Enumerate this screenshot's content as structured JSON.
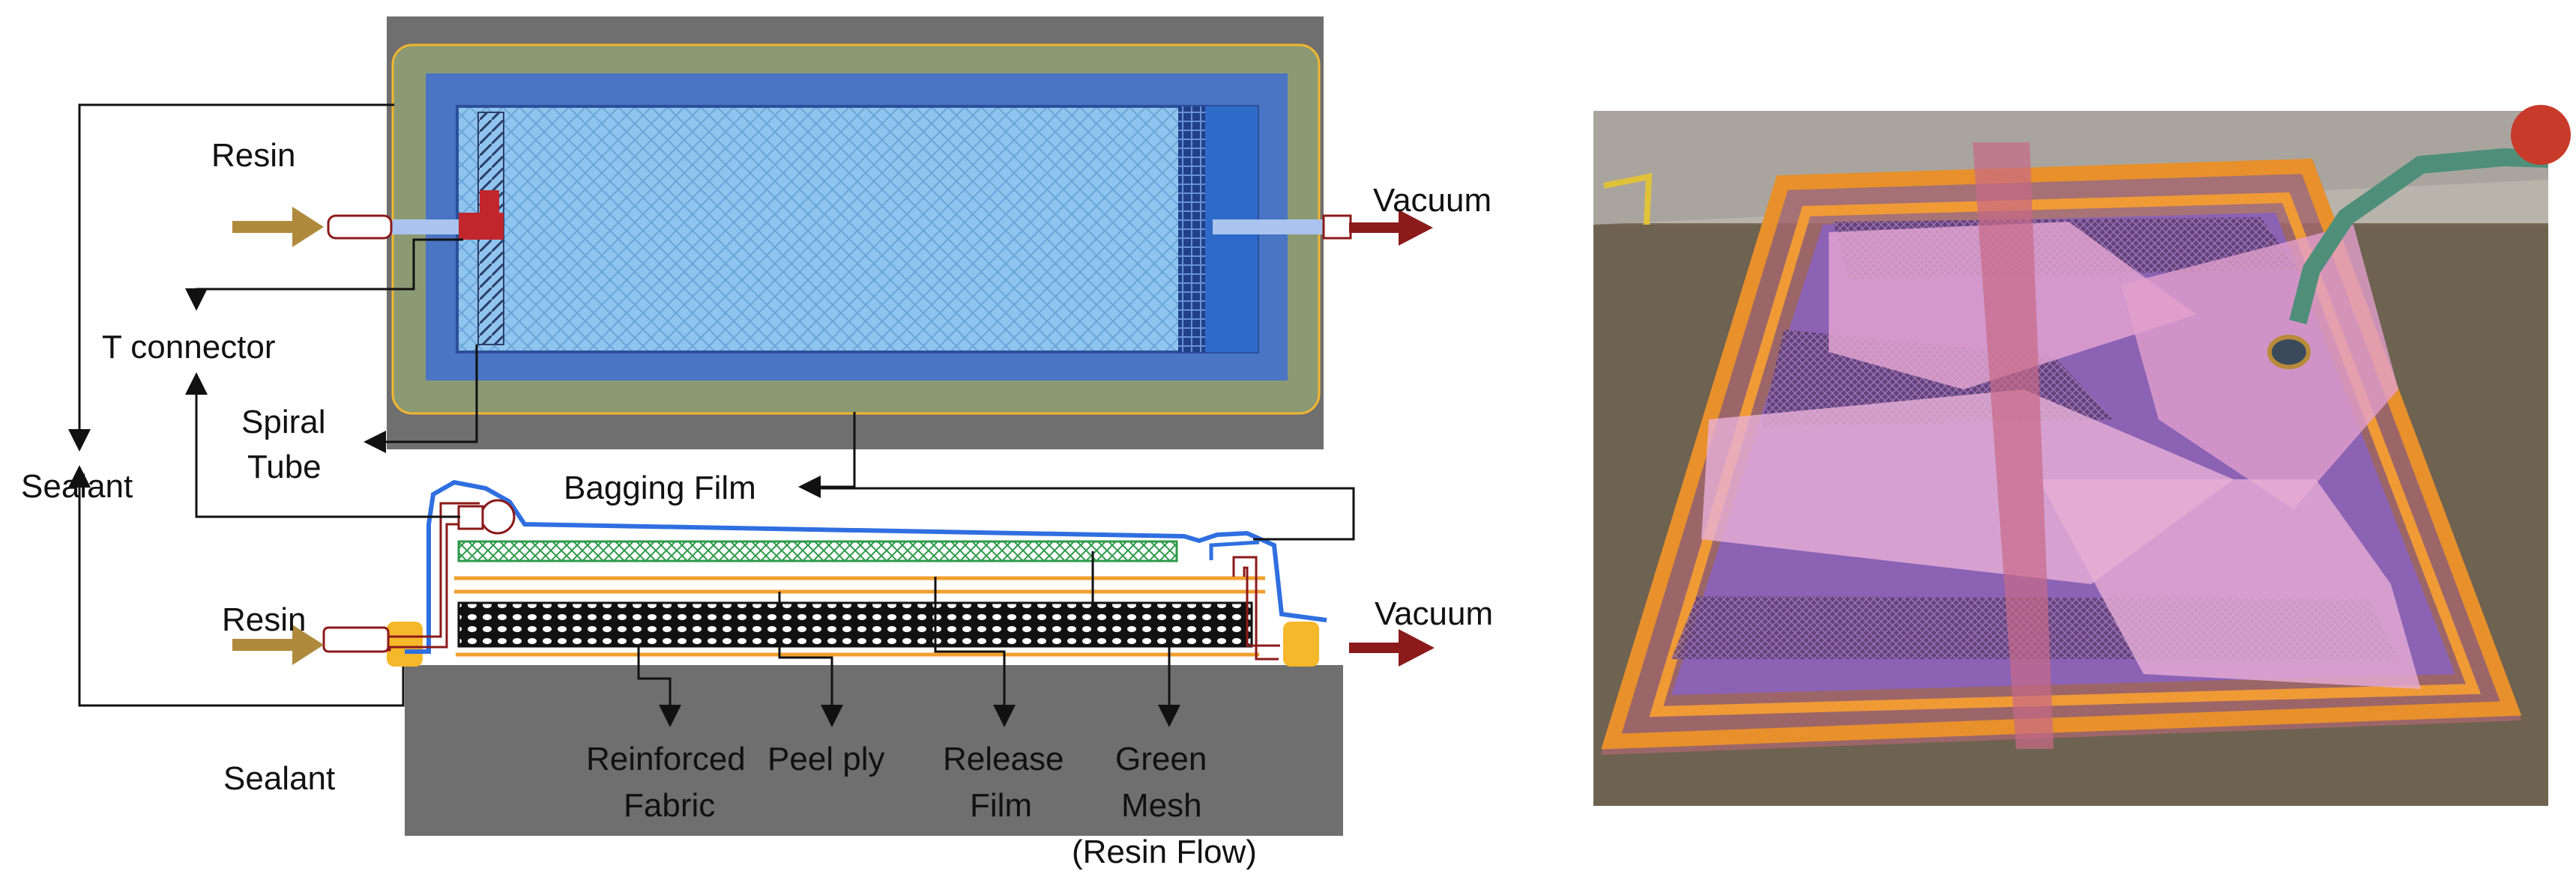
{
  "labels": {
    "resin_top": "Resin",
    "vacuum_top": "Vacuum",
    "t_connector": "T connector",
    "spiral_tube_line1": "Spiral",
    "spiral_tube_line2": "Tube",
    "sealant_left": "Sealant",
    "bagging_film": "Bagging Film",
    "resin_bottom": "Resin",
    "vacuum_bottom": "Vacuum",
    "sealant_bottom": "Sealant",
    "reinforced_fabric_line1": "Reinforced",
    "reinforced_fabric_line2": "Fabric",
    "peel_ply": "Peel ply",
    "release_film_line1": "Release",
    "release_film_line2": "Film",
    "green_mesh_line1": "Green",
    "green_mesh_line2": "Mesh",
    "green_mesh_line3": "(Resin Flow)"
  },
  "colors": {
    "tool_plate": "#6f6f6f",
    "sealant_frame": "#8c9a74",
    "bag_border_blue": "#4a74c4",
    "panel_light_blue": "#8fc4ee",
    "resin_arrow": "#b08a3c",
    "vacuum_arrow": "#8b1a1a",
    "t_connector_red": "#c0262c",
    "sealant_yellow": "#f5b82a",
    "green_mesh": "#2e9a4a",
    "release_orange": "#f0a030",
    "bag_line_blue": "#2f6fe0",
    "photo_bag_pink": "#d98ab8",
    "photo_tube_orange": "#e8902c",
    "photo_table_brown": "#6e6250"
  }
}
